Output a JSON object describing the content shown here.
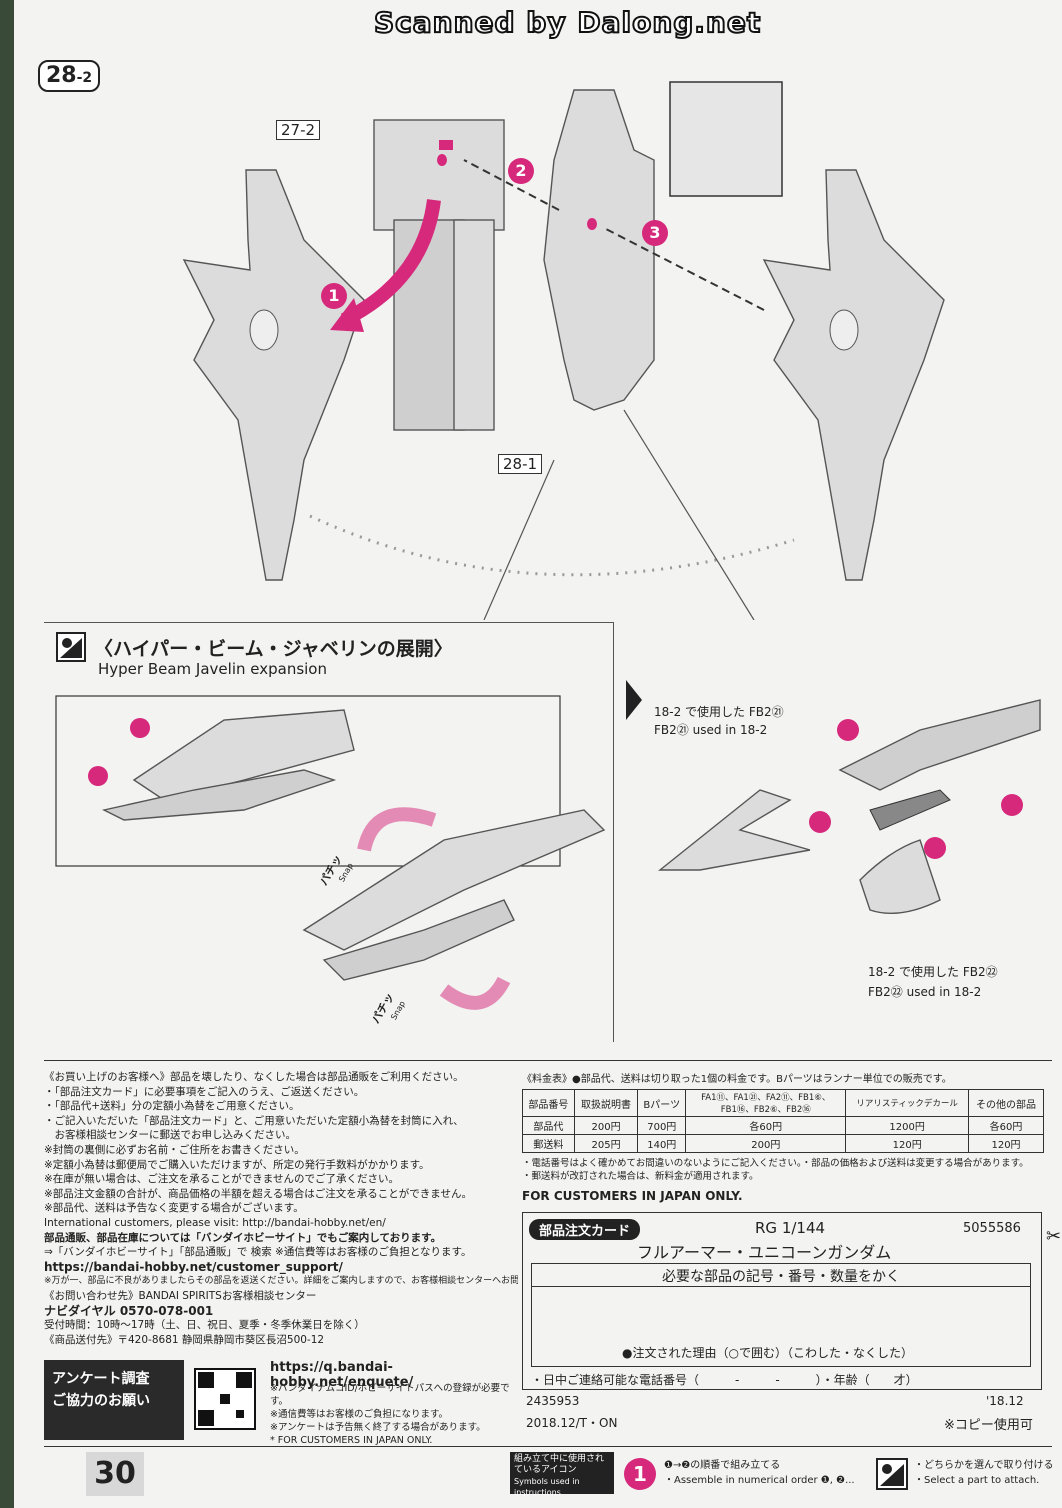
{
  "scanner_watermark": "Scanned by Dalong.net",
  "step": {
    "number": "28",
    "sub": "-2"
  },
  "refs": {
    "r27_2": "27-2",
    "r28_1": "28-1"
  },
  "callouts": [
    "1",
    "2",
    "3"
  ],
  "section": {
    "title": "〈ハイパー・ビーム・ジャベリンの展開〉",
    "subtitle": "Hyper Beam Javelin expansion",
    "snap_label_jp": "パチッ",
    "snap_label_en": "Snap"
  },
  "part_notes": {
    "top_jp": "18-2 で使用した FB2㉑",
    "top_en": "FB2㉑ used in 18-2",
    "bottom_jp": "18-2 で使用した FB2㉒",
    "bottom_en": "FB2㉒ used in 18-2"
  },
  "info_left": [
    "《お買い上げのお客様へ》部品を壊したり、なくした場合は部品通販をご利用ください。",
    "・「部品注文カード」に必要事項をご記入のうえ、ご返送ください。",
    "・「部品代+送料」分の定額小為替をご用意ください。",
    "・ご記入いただいた「部品注文カード」と、ご用意いただいた定額小為替を封筒に入れ、",
    "　お客様相談センターに郵送でお申し込みください。",
    "※封筒の裏側に必ずお名前・ご住所をお書きください。",
    "※定額小為替は郵便局でご購入いただけますが、所定の発行手数料がかかります。",
    "※在庫が無い場合は、ご注文を承ることができませんのでご了承ください。",
    "※部品注文金額の合計が、商品価格の半額を超える場合はご注文を承ることができません。",
    "※部品代、送料は予告なく変更する場合がございます。",
    "International customers, please visit: http://bandai-hobby.net/en/",
    "部品通販、部品在庫については「バンダイホビーサイト」でもご案内しております。",
    "⇒「バンダイホビーサイト」「部品通販」で 検索 ※通信費等はお客様のご負担となります。",
    "https://bandai-hobby.net/customer_support/",
    "※万が一、部品に不良がありましたらその部品を返送ください。詳細をご案内しますので、お客様相談センターへお問い合わせください。",
    "《お問い合わせ先》BANDAI SPIRITSお客様相談センター",
    "ナビダイヤル 0570-078-001",
    "受付時間：10時～17時（土、日、祝日、夏季・冬季休業日を除く）",
    "《商品送付先》〒420-8681 静岡県静岡市葵区長沼500-12"
  ],
  "enquete": {
    "title1": "アンケート調査",
    "title2": "ご協力のお願い",
    "url": "https://q.bandai-hobby.net/enquete/",
    "notes": [
      "※バンダイナムコID/ホビーサイトパスへの登録が必要です。",
      "※通信費等はお客様のご負担になります。",
      "※アンケートは予告無く終了する場合があります。",
      "* FOR CUSTOMERS IN JAPAN ONLY."
    ]
  },
  "fee_table": {
    "heading": "《料金表》●部品代、送料は切り取った1個の料金です。Bパーツはランナー単位での販売です。",
    "headers": [
      "部品番号",
      "取扱説明書",
      "Bパーツ",
      "FA1⑪、FA1㉑、FA2⑪、FB1⑥、FB1⑯、FB2⑥、FB2⑯",
      "リアリスティックデカール",
      "その他の部品"
    ],
    "rows": [
      [
        "部品代",
        "200円",
        "700円",
        "各60円",
        "1200円",
        "各60円"
      ],
      [
        "郵送料",
        "205円",
        "140円",
        "200円",
        "120円",
        "120円"
      ]
    ],
    "notes": [
      "・電話番号はよく確かめてお間違いのないようにご記入ください。・部品の価格および送料は変更する場合があります。",
      "・郵送料が改訂された場合は、新料金が適用されます。"
    ],
    "japan_only": "FOR CUSTOMERS IN JAPAN ONLY."
  },
  "order_card": {
    "tag": "部品注文カード",
    "grade": "RG 1/144",
    "code": "5055586",
    "product": "フルアーマー・ユニコーンガンダム",
    "instruction": "必要な部品の記号・番号・数量をかく",
    "reason": "●注文された理由（○で囲む）（こわした・なくした）",
    "phone": "・日中ご連絡可能な電話番号（　　　-　　　-　　　）・年齢（　　才）",
    "serial": "2435953",
    "year": "'18.12",
    "scissors": "✂"
  },
  "footer": {
    "date": "2018.12/T・ON",
    "copy_ok": "※コピー使用可",
    "page": "30",
    "legend_title": "組み立て中に使用されているアイコン",
    "legend_sub": "Symbols used in instructions",
    "legend1_jp": "❶→❷の順番で組み立てる",
    "legend1_en": "・Assemble in numerical order ❶, ❷...",
    "legend2_jp": "・どちらかを選んで取り付ける",
    "legend2_en": "・Select a part to attach."
  }
}
